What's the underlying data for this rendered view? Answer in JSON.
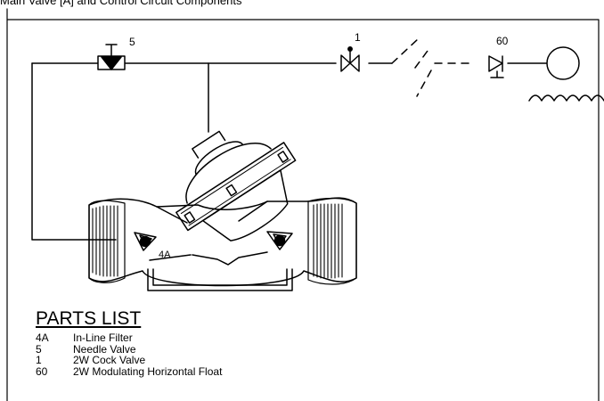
{
  "top_caption": "Main Valve [A] and Control Circuit Components",
  "callouts": {
    "needle_valve": "5",
    "cock_valve": "1",
    "float": "60",
    "filter": "4A"
  },
  "parts_list": {
    "title": "PARTS LIST",
    "items": [
      {
        "code": "4A",
        "name": "In-Line Filter"
      },
      {
        "code": "5",
        "name": "Needle Valve"
      },
      {
        "code": "1",
        "name": "2W Cock Valve"
      },
      {
        "code": "60",
        "name": "2W Modulating Horizontal Float"
      }
    ]
  }
}
